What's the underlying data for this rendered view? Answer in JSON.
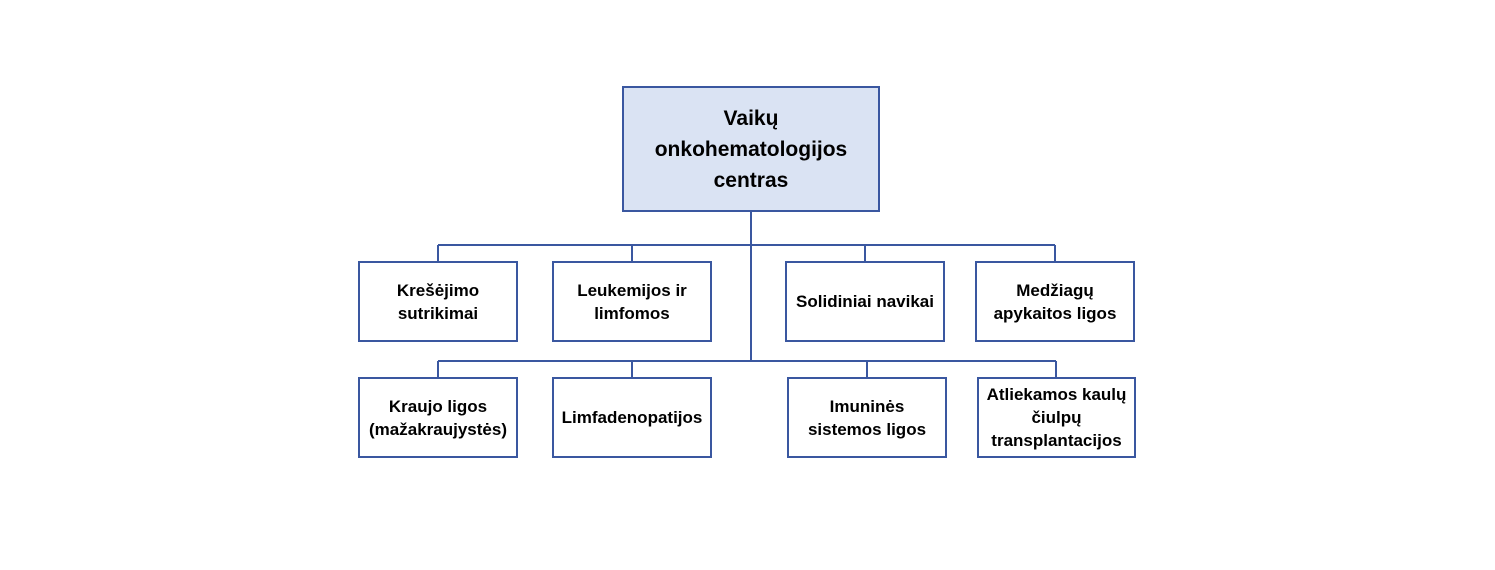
{
  "root": {
    "label_lines": [
      "Vaikų",
      "onkohematologijos",
      "centras"
    ]
  },
  "row1": [
    {
      "label_lines": [
        "Krešėjimo",
        "sutrikimai"
      ]
    },
    {
      "label_lines": [
        "Leukemijos ir",
        "limfomos"
      ]
    },
    {
      "label_lines": [
        "Solidiniai navikai"
      ]
    },
    {
      "label_lines": [
        "Medžiagų",
        "apykaitos ligos"
      ]
    }
  ],
  "row2": [
    {
      "label_lines": [
        "Kraujo ligos",
        "(mažakraujystės)"
      ]
    },
    {
      "label_lines": [
        "Limfadenopatijos"
      ]
    },
    {
      "label_lines": [
        "Imuninės",
        "sistemos ligos"
      ]
    },
    {
      "label_lines": [
        "Atliekamos kaulų",
        "čiulpų",
        "transplantacijos"
      ]
    }
  ],
  "colors": {
    "border": "#3a57a0",
    "root_fill": "#dae3f3"
  }
}
